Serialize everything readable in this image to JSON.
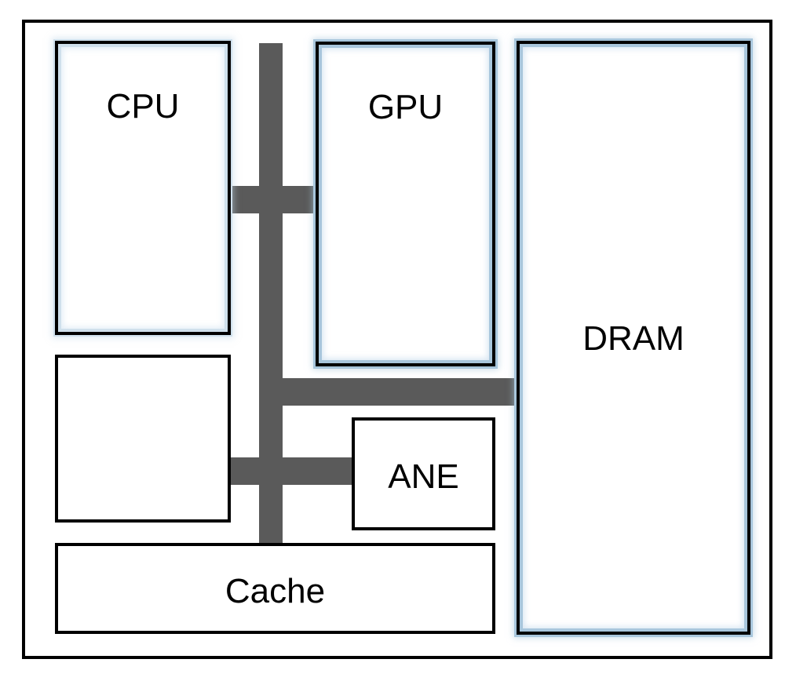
{
  "diagram": {
    "title": "",
    "components": {
      "cpu": {
        "label": "CPU",
        "highlighted": true
      },
      "gpu": {
        "label": "GPU",
        "highlighted": true
      },
      "dram": {
        "label": "DRAM",
        "highlighted": true
      },
      "unlabeled": {
        "label": "",
        "highlighted": false
      },
      "ane": {
        "label": "ANE",
        "highlighted": false
      },
      "cache": {
        "label": "Cache",
        "highlighted": false
      }
    },
    "interconnect": {
      "name": "bus",
      "connects": [
        "CPU",
        "GPU",
        "DRAM",
        "ANE",
        "unlabeled",
        "Cache"
      ]
    },
    "colors": {
      "bus": "#5a5a5a",
      "highlight_glow": "#a8c6dc",
      "outline": "#000000",
      "background": "#ffffff"
    }
  }
}
